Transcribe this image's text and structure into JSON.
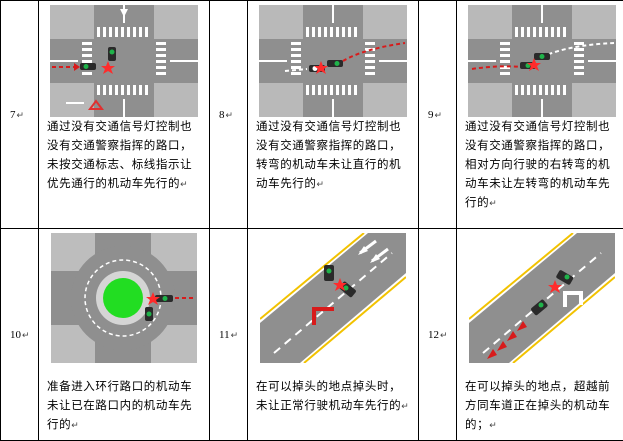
{
  "rows": [
    {
      "items": [
        {
          "number": "7",
          "caption": "通过没有交通信号灯控制也没有交通警察指挥的路口，未按交通标志、标线指示让优先通行的机动车先行的"
        },
        {
          "number": "8",
          "caption": "通过没有交通信号灯控制也没有交通警察指挥的路口，转弯的机动车未让直行的机动车先行的"
        },
        {
          "number": "9",
          "caption": "通过没有交通信号灯控制也没有交通警察指挥的路口，相对方向行驶的右转弯的机动车未让左转弯的机动车先行的"
        }
      ]
    },
    {
      "items": [
        {
          "number": "10",
          "caption": "准备进入环行路口的机动车未让已在路口内的机动车先行的"
        },
        {
          "number": "11",
          "caption": "在可以掉头的地点掉头时，未让正常行驶机动车先行的"
        },
        {
          "number": "12",
          "caption": "在可以掉头的地点，超越前方同车道正在掉头的机动车的；"
        }
      ]
    }
  ],
  "paragraph_mark": "↵",
  "colors": {
    "road": "#8f8f8f",
    "crosswalk": "#ffffff",
    "grass": "#b9b9b9",
    "arrow": "#d81b1b",
    "car_green": "#1fb34a",
    "roundabout_green": "#22dd22",
    "center_line": "#f2c200"
  }
}
